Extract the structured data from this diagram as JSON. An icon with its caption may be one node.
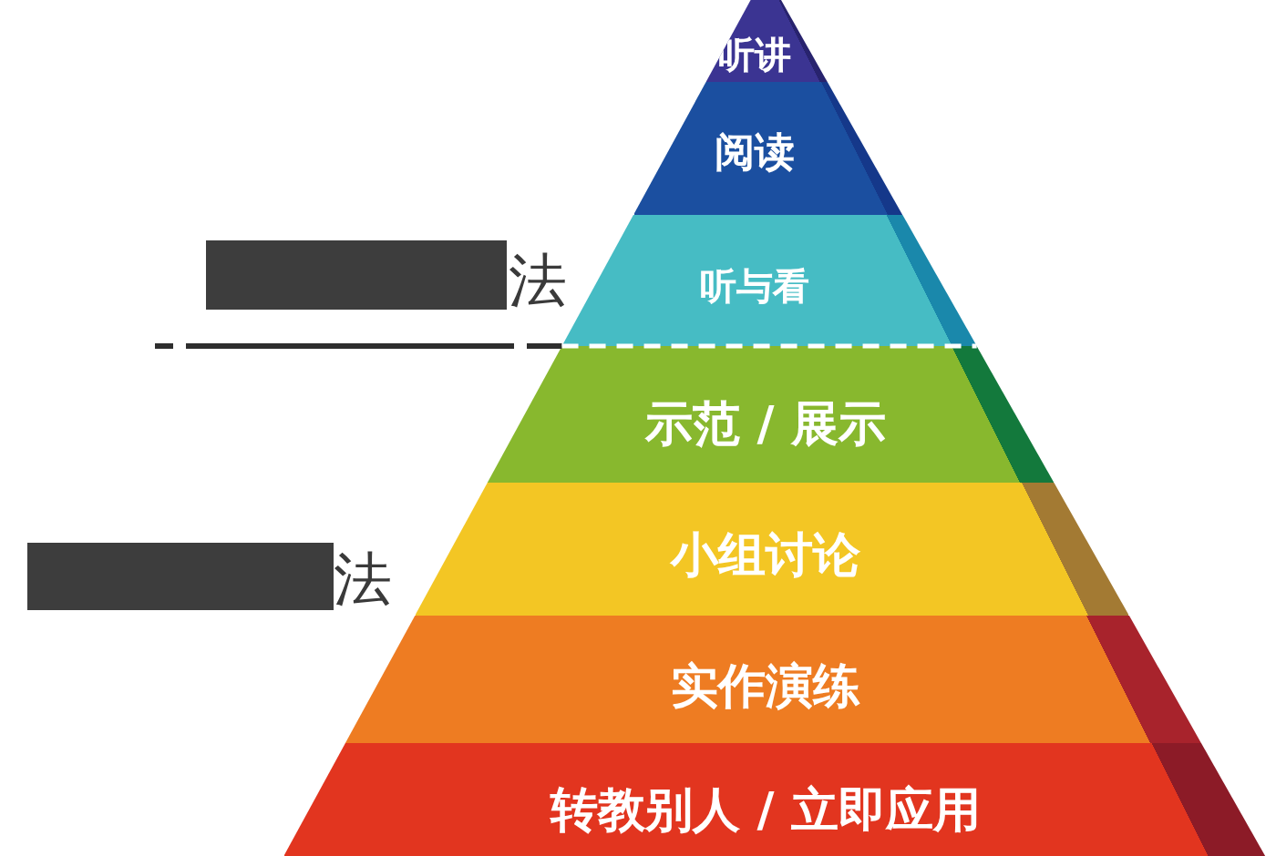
{
  "diagram": {
    "nodes": [
      {
        "text": [
          "听讲"
        ]
      },
      {
        "text": [
          "阅读"
        ]
      },
      {
        "text": [
          "听与看"
        ]
      },
      {
        "text": [
          "示范 / 展示"
        ]
      },
      {
        "text": [
          "小组讨论"
        ]
      },
      {
        "text": [
          "实作演练"
        ]
      },
      {
        "text": [
          "转教别人 / 立即应用"
        ]
      }
    ],
    "labels": [
      "法",
      "法"
    ]
  }
}
